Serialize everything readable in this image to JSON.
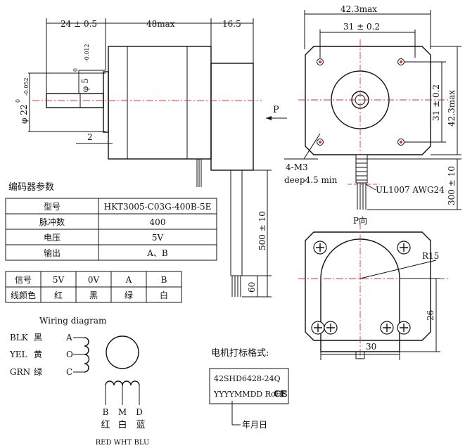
{
  "side_view": {
    "dim_shaft_length": "24 ± 0.5",
    "dim_body_length": "48max",
    "dim_encoder_length": "16.5",
    "dim_flat": "φ 5",
    "dim_flat_tol_upper": "0",
    "dim_flat_tol_lower": "-0.012",
    "dim_shaft_dia": "φ 22",
    "dim_shaft_dia_tol_upper": "0",
    "dim_shaft_dia_tol_lower": "-0.052",
    "dim_boss": "2",
    "view_marker": "P"
  },
  "front_view": {
    "dim_overall_width": "42.3max",
    "dim_hole_spacing_h": "31 ± 0.2",
    "dim_hole_spacing_v": "31 ± 0.2",
    "dim_overall_height": "42.3max",
    "note_threads": "4-M3",
    "note_depth": "deep4.5 min",
    "cable_spec": "UL1007 AWG24",
    "dim_cable": "300 ± 10"
  },
  "encoder_cable": {
    "dim_length": "500 ± 10",
    "dim_strip": "60"
  },
  "encoder_params": {
    "title": "编码器参数",
    "rows": [
      {
        "label": "型号",
        "value": "HKT3005-C03G-400B-5E"
      },
      {
        "label": "脉冲数",
        "value": "400"
      },
      {
        "label": "电压",
        "value": "5V"
      },
      {
        "label": "输出",
        "value": "A、B"
      }
    ]
  },
  "signal_table": {
    "headers": [
      "信号",
      "5V",
      "0V",
      "A",
      "B"
    ],
    "colors": [
      "线颜色",
      "红",
      "黑",
      "绿",
      "白"
    ]
  },
  "wiring": {
    "title": "Wiring diagram",
    "left_lines": [
      {
        "en": "BLK",
        "cn": "黑",
        "pin": "A"
      },
      {
        "en": "YEL",
        "cn": "黄",
        "pin": "O"
      },
      {
        "en": "GRN",
        "cn": "绿",
        "pin": "C"
      }
    ],
    "bottom_pins": [
      "B",
      "M",
      "D"
    ],
    "bottom_cn": [
      "红",
      "白",
      "蓝"
    ],
    "bottom_en": "RED WHT BLU"
  },
  "p_view": {
    "title": "P向",
    "dim_radius": "R15",
    "dim_height": "26",
    "dim_width": "30"
  },
  "marking": {
    "title": "电机打标格式:",
    "line1": "42SHD6428-24Q",
    "line2": "YYYYMMDD RoHS",
    "ce": "CE",
    "date_note": "年月日"
  }
}
